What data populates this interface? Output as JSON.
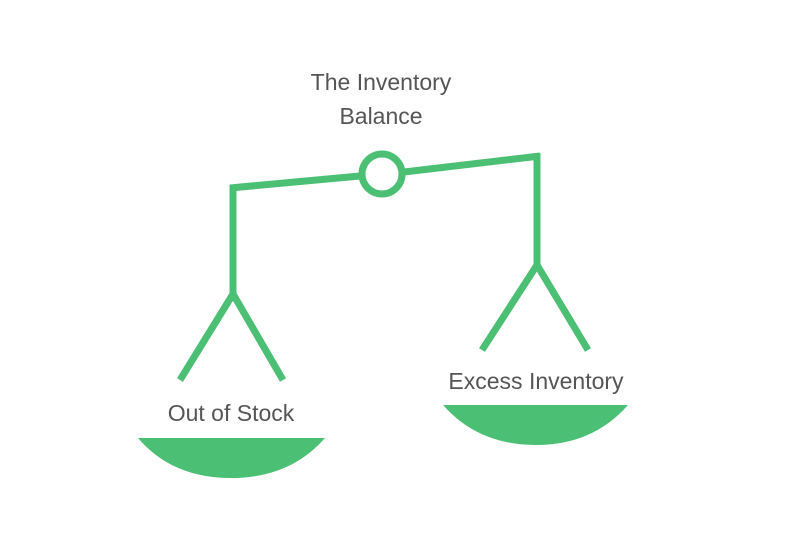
{
  "title": {
    "line1": "The Inventory",
    "line2": "Balance"
  },
  "left_pan": {
    "label": "Out of Stock"
  },
  "right_pan": {
    "label": "Excess Inventory"
  },
  "colors": {
    "accent": "#4bbf73",
    "text": "#555555"
  }
}
